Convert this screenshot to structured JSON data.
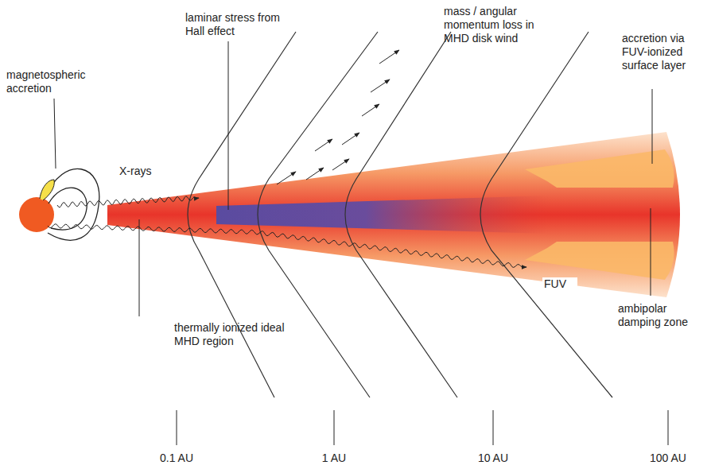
{
  "diagram": {
    "labels": [
      "magnetospheric accretion",
      "X-rays",
      "laminar stress from Hall effect",
      "mass / angular momentum loss in MHD disk wind",
      "accretion via FUV-ionized surface layer",
      "thermally ionized ideal MHD region",
      "FUV",
      "ambipolar damping zone",
      "0.1 AU",
      "1 AU",
      "10 AU",
      "100 AU"
    ]
  }
}
